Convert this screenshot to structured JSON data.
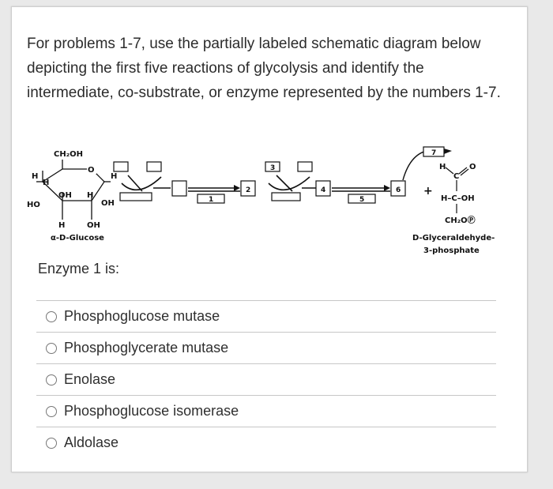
{
  "question": {
    "text": "For problems 1-7, use the partially labeled schematic diagram below depicting the first five reactions of glycolysis and identify the intermediate, co-substrate, or enzyme represented by the numbers 1-7."
  },
  "diagram": {
    "glucose": {
      "ch2oh": "CH₂OH",
      "o": "O",
      "h_topleft_outer": "H",
      "h_topleft_inner": "H",
      "h_topright": "H",
      "oh_mid": "OH",
      "h_mid": "H",
      "ho_left": "HO",
      "oh_right": "OH",
      "h_bottom": "H",
      "oh_bottom": "OH",
      "name": "α-D-Glucose"
    },
    "numbers": [
      "1",
      "2",
      "3",
      "4",
      "5",
      "6",
      "7"
    ],
    "plus": "+",
    "g3p": {
      "h": "H",
      "c_top": "C",
      "o": "O",
      "hcoh": "H–C–OH",
      "ch2op": "CH₂OⓅ",
      "name_line1": "D-Glyceraldehyde-",
      "name_line2": "3-phosphate"
    }
  },
  "enzyme_question": "Enzyme 1 is:",
  "options": [
    "Phosphoglucose mutase",
    "Phosphoglycerate mutase",
    "Enolase",
    "Phosphoglucose isomerase",
    "Aldolase"
  ]
}
